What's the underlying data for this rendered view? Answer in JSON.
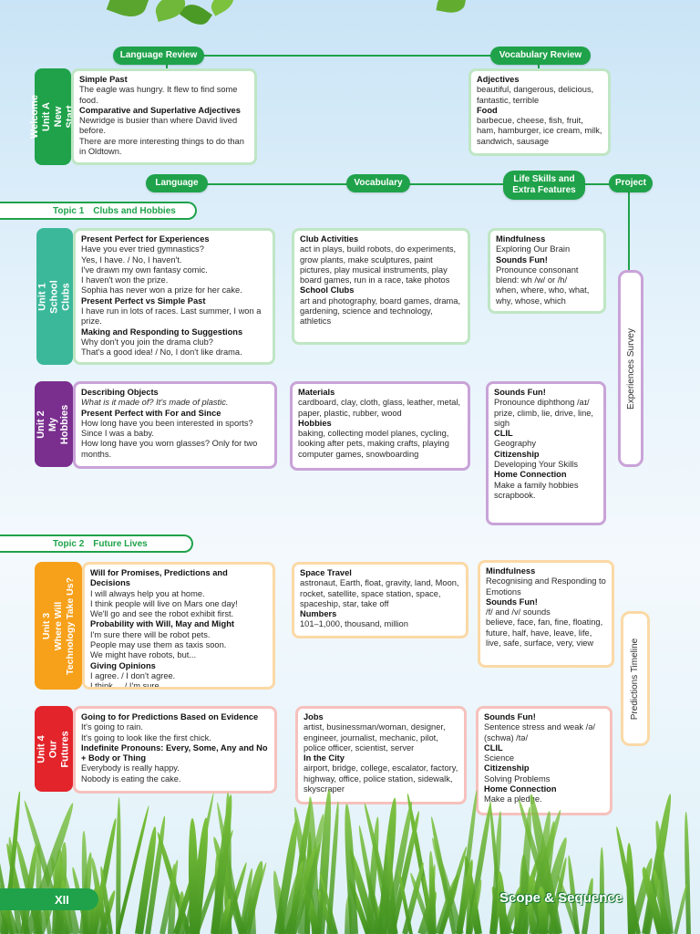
{
  "header": {
    "language_review": "Language Review",
    "vocabulary_review": "Vocabulary Review",
    "language": "Language",
    "vocabulary": "Vocabulary",
    "life_skills": "Life Skills and Extra Features",
    "project": "Project"
  },
  "welcome": {
    "tab": "Welcome Unit A New Start",
    "language_lines": [
      {
        "t": "Simple Past",
        "h": true
      },
      {
        "t": "The eagle was hungry. It flew to find some food."
      },
      {
        "t": "Comparative and Superlative Adjectives",
        "h": true
      },
      {
        "t": "Newridge is busier than where David lived before."
      },
      {
        "t": "There are more interesting things to do than in Oldtown."
      }
    ],
    "vocab_lines": [
      {
        "t": "Adjectives",
        "h": true
      },
      {
        "t": "beautiful, dangerous, delicious, fantastic, terrible"
      },
      {
        "t": "Food",
        "h": true
      },
      {
        "t": "barbecue, cheese, fish, fruit, ham, hamburger, ice cream, milk, sandwich, sausage"
      }
    ]
  },
  "topic1": {
    "label": "Topic 1",
    "name": "Clubs and Hobbies"
  },
  "topic2": {
    "label": "Topic 2",
    "name": "Future Lives"
  },
  "unit1": {
    "tab": "Unit 1 School Clubs",
    "language_lines": [
      {
        "t": "Present Perfect for Experiences",
        "h": true
      },
      {
        "t": "Have you ever tried gymnastics?"
      },
      {
        "t": "Yes, I have. / No, I haven't."
      },
      {
        "t": "I've drawn my own fantasy comic."
      },
      {
        "t": "I haven't won the prize."
      },
      {
        "t": "Sophia has never won a prize for her cake."
      },
      {
        "t": "Present Perfect vs Simple Past",
        "h": true
      },
      {
        "t": "I have run in lots of races. Last summer, I won a prize."
      },
      {
        "t": "Making and Responding to Suggestions",
        "h": true
      },
      {
        "t": "Why don't you join the drama club?"
      },
      {
        "t": "That's a good idea! / No, I don't like drama."
      }
    ],
    "vocab_lines": [
      {
        "t": "Club Activities",
        "h": true
      },
      {
        "t": "act in plays, build robots, do experiments, grow plants, make sculptures, paint pictures, play musical instruments, play board games, run in a race, take photos"
      },
      {
        "t": "School Clubs",
        "h": true
      },
      {
        "t": "art and photography, board games, drama, gardening, science and technology, athletics"
      }
    ],
    "life_lines": [
      {
        "t": "Mindfulness",
        "h": true
      },
      {
        "t": "Exploring Our Brain"
      },
      {
        "t": "Sounds Fun!",
        "h": true
      },
      {
        "t": "Pronounce consonant blend: wh /w/ or /h/"
      },
      {
        "t": "when, where, who, what, why, whose, which"
      }
    ]
  },
  "unit2": {
    "tab": "Unit 2 My Hobbies",
    "language_lines": [
      {
        "t": "Describing Objects",
        "h": true
      },
      {
        "t": "What is it made of? It's made of plastic.",
        "i": true
      },
      {
        "t": "Present Perfect with For and Since",
        "h": true
      },
      {
        "t": "How long have you been interested in sports?"
      },
      {
        "t": "Since I was a baby."
      },
      {
        "t": "How long have you worn glasses? Only for two months."
      }
    ],
    "vocab_lines": [
      {
        "t": "Materials",
        "h": true
      },
      {
        "t": "cardboard, clay, cloth, glass, leather, metal, paper, plastic, rubber, wood"
      },
      {
        "t": "Hobbies",
        "h": true
      },
      {
        "t": "baking, collecting model planes, cycling, looking after pets, making crafts, playing computer games, snowboarding"
      }
    ],
    "life_lines": [
      {
        "t": "Sounds Fun!",
        "h": true
      },
      {
        "t": "Pronounce diphthong /aɪ/"
      },
      {
        "t": "prize, climb, lie, drive, line, sigh"
      },
      {
        "t": "CLIL",
        "h": true
      },
      {
        "t": "Geography"
      },
      {
        "t": "Citizenship",
        "h": true
      },
      {
        "t": "Developing Your Skills"
      },
      {
        "t": "Home Connection",
        "h": true
      },
      {
        "t": "Make a family hobbies scrapbook."
      }
    ]
  },
  "unit3": {
    "tab_line1": "Unit 3",
    "tab_line2": "Where Will",
    "tab_line3": "Technology Take Us?",
    "language_lines": [
      {
        "t": "Will for Promises, Predictions and Decisions",
        "h": true
      },
      {
        "t": "I will always help you at home."
      },
      {
        "t": "I think people will live on Mars one day!"
      },
      {
        "t": "We'll go and see the robot exhibit first."
      },
      {
        "t": "Probability with Will, May and Might",
        "h": true
      },
      {
        "t": "I'm sure there will be robot pets."
      },
      {
        "t": "People may use them as taxis soon."
      },
      {
        "t": "We might have robots, but..."
      },
      {
        "t": "Giving Opinions",
        "h": true
      },
      {
        "t": "I agree. / I don't agree."
      },
      {
        "t": "I think ... / I'm sure..."
      }
    ],
    "vocab_lines": [
      {
        "t": "Space Travel",
        "h": true
      },
      {
        "t": "astronaut, Earth, float, gravity, land, Moon, rocket, satellite, space station, space, spaceship, star, take off"
      },
      {
        "t": "Numbers",
        "h": true
      },
      {
        "t": "101–1,000, thousand, million"
      }
    ],
    "life_lines": [
      {
        "t": "Mindfulness",
        "h": true
      },
      {
        "t": "Recognising and Responding to Emotions"
      },
      {
        "t": "Sounds Fun!",
        "h": true
      },
      {
        "t": "/f/ and /v/ sounds"
      },
      {
        "t": "believe, face, fan, fine, floating, future, half, have, leave, life, live, safe, surface, very, view"
      }
    ]
  },
  "unit4": {
    "tab": "Unit 4 Our Futures",
    "language_lines": [
      {
        "t": "Going to for Predictions Based on Evidence",
        "h": true
      },
      {
        "t": "It's going to rain."
      },
      {
        "t": "It's going to look like the first chick."
      },
      {
        "t": "Indefinite Pronouns: Every, Some, Any and No + Body or Thing",
        "h": true
      },
      {
        "t": "Everybody is really happy."
      },
      {
        "t": "Nobody is eating the cake."
      }
    ],
    "vocab_lines": [
      {
        "t": "Jobs",
        "h": true
      },
      {
        "t": "artist, businessman/woman, designer, engineer, journalist, mechanic, pilot, police officer, scientist, server"
      },
      {
        "t": "In the City",
        "h": true
      },
      {
        "t": "airport, bridge, college, escalator, factory, highway, office, police station, sidewalk, skyscraper"
      }
    ],
    "life_lines": [
      {
        "t": "Sounds Fun!",
        "h": true
      },
      {
        "t": "Sentence stress and weak /ə/ (schwa) /tə/"
      },
      {
        "t": "CLIL",
        "h": true
      },
      {
        "t": "Science"
      },
      {
        "t": "Citizenship",
        "h": true
      },
      {
        "t": "Solving Problems"
      },
      {
        "t": "Home Connection",
        "h": true
      },
      {
        "t": "Make a pledge."
      }
    ]
  },
  "projects": {
    "experiences": "Experiences Survey",
    "predictions": "Predictions Timeline"
  },
  "footer": {
    "page_number": "XII",
    "title": "Scope & Sequence"
  },
  "colors": {
    "green": "#1fa24a",
    "teal": "#3bb89a",
    "purple": "#7a2f8f",
    "orange": "#f7a01a",
    "red": "#e3242b"
  }
}
